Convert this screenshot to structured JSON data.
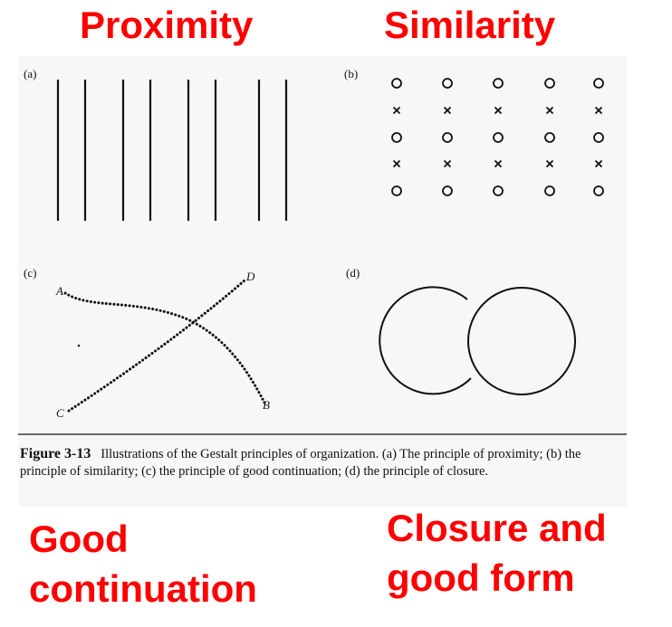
{
  "labels": {
    "top_left": "Proximity",
    "top_right": "Similarity",
    "bottom_left_line1": "Good",
    "bottom_left_line2": "continuation",
    "bottom_right_line1": "Closure and",
    "bottom_right_line2": "good form"
  },
  "panels": {
    "a": "(a)",
    "b": "(b)",
    "c": "(c)",
    "d": "(d)"
  },
  "points": {
    "A": "A",
    "B": "B",
    "C": "C",
    "D": "D"
  },
  "similarity_rows": [
    "o",
    "x",
    "o",
    "x",
    "o"
  ],
  "caption": {
    "figure": "Figure 3-13",
    "text": "Illustrations of the Gestalt principles of organization. (a) The principle of proximity; (b) the principle of similarity; (c) the principle of good continuation; (d) the principle of closure."
  },
  "colors": {
    "label": "#ff0000",
    "ink": "#111111",
    "paper": "#f7f7f5"
  }
}
